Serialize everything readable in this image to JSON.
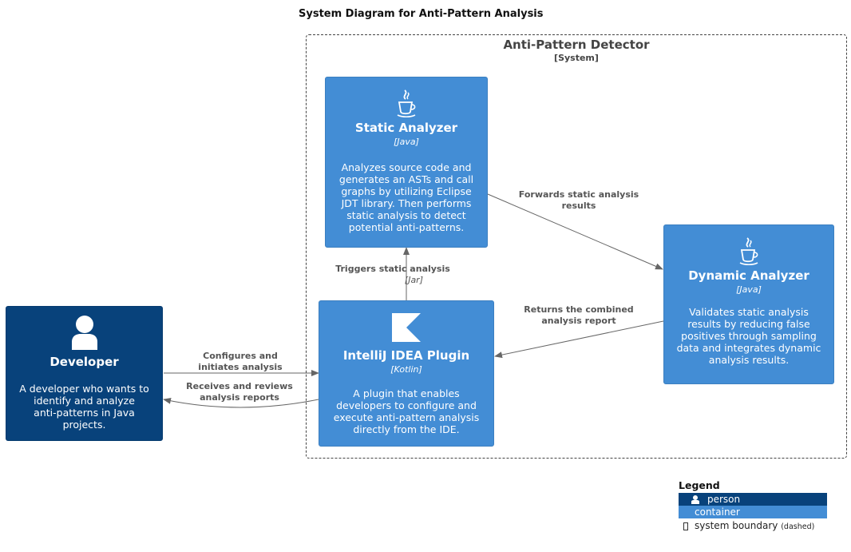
{
  "diagram": {
    "title": "System Diagram for Anti-Pattern Analysis"
  },
  "boundary": {
    "name": "Anti-Pattern Detector",
    "type": "[System]"
  },
  "nodes": {
    "static_analyzer": {
      "name": "Static Analyzer",
      "tech": "[Java]",
      "desc_lines": [
        "Analyzes source code and",
        "generates an ASTs and call",
        "graphs by utilizing Eclipse",
        "JDT library. Then performs",
        "static analysis to detect",
        "potential anti-patterns."
      ],
      "icon": "java-icon"
    },
    "dynamic_analyzer": {
      "name": "Dynamic Analyzer",
      "tech": "[Java]",
      "desc_lines": [
        "Validates static analysis",
        "results by reducing false",
        "positives through sampling",
        "data and integrates dynamic",
        "analysis results."
      ],
      "icon": "java-icon"
    },
    "plugin": {
      "name": "IntelliJ IDEA Plugin",
      "tech": "[Kotlin]",
      "desc_lines": [
        "A plugin that enables",
        "developers to configure and",
        "execute anti-pattern analysis",
        "directly from the IDE."
      ],
      "icon": "kotlin-icon"
    },
    "developer": {
      "name": "Developer",
      "desc_lines": [
        "A developer who wants to",
        "identify and analyze",
        "anti-patterns in Java",
        "projects."
      ],
      "icon": "person-icon"
    }
  },
  "edges": {
    "forwards": {
      "lines": [
        "Forwards static analysis",
        "results"
      ]
    },
    "triggers": {
      "label": "Triggers static analysis",
      "tech": "[Jar]"
    },
    "returns": {
      "lines": [
        "Returns the combined",
        "analysis report"
      ]
    },
    "configures": {
      "lines": [
        "Configures and",
        "initiates analysis"
      ]
    },
    "receives": {
      "lines": [
        "Receives and reviews",
        "analysis reports"
      ]
    }
  },
  "legend": {
    "title": "Legend",
    "person": "person",
    "container": "container",
    "boundary": "system boundary",
    "boundary_note": "(dashed)"
  },
  "colors": {
    "person": "#08427b",
    "container": "#438dd5",
    "edge": "#666666"
  }
}
